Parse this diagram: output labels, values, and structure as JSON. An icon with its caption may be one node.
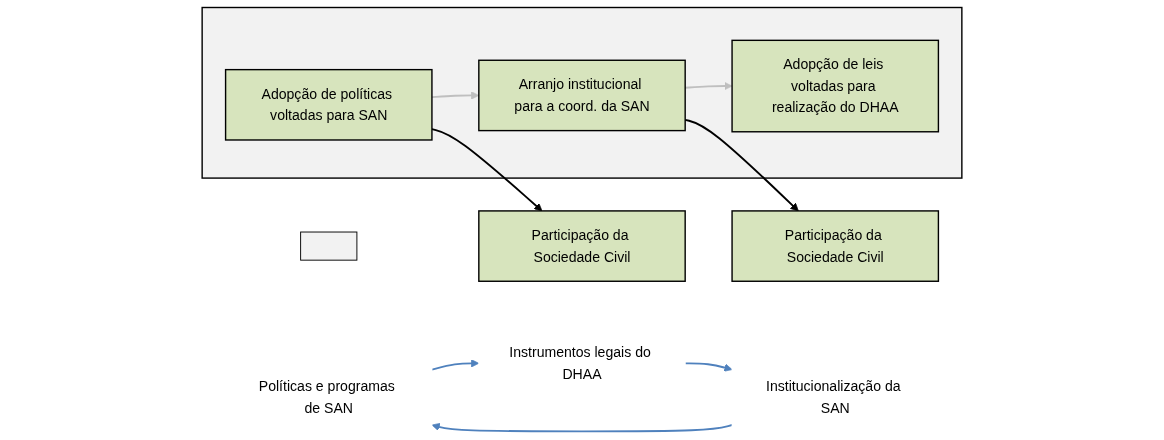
{
  "diagram": {
    "nodes": [
      {
        "text": [
          "Participação da Sociedade Civil"
        ]
      },
      {
        "text": [],
        "shape": "bar"
      },
      {
        "text": [],
        "shape": "arrow"
      },
      {
        "text": [
          "Adopção de políticas voltadas para SAN"
        ],
        "in": 2
      },
      {
        "text": [
          "Arranjo institucional para a coord. da SAN"
        ],
        "in": 2
      },
      {
        "text": [
          "Adopção de leis voltadas para realização do DHAA"
        ],
        "in": 2
      },
      {
        "text": [
          "Participação da Sociedade Civil"
        ]
      },
      {
        "text": [
          "Políticas e programas de SAN"
        ]
      },
      {
        "text": [
          "Instrumentos legais do DHAA"
        ]
      },
      {
        "text": [
          "Institucionalização da SAN"
        ]
      }
    ],
    "edges": [
      {
        "from": 3,
        "to": 4,
        "arrow": "to",
        "color": "#bfbfbf"
      },
      {
        "from": 3,
        "to": 0,
        "arrow": "to",
        "color": "#000000"
      },
      {
        "from": 4,
        "to": 5,
        "arrow": "to",
        "color": "#bfbfbf"
      },
      {
        "from": 4,
        "to": 6,
        "arrow": "to",
        "color": "#000000"
      },
      {
        "from": 7,
        "to": 8,
        "arrow": "to",
        "color": "#4f81bd"
      },
      {
        "from": 8,
        "to": 9,
        "arrow": "to",
        "color": "#4f81bd"
      },
      {
        "from": 9,
        "to": 7,
        "arrow": "to",
        "color": "#4f81bd"
      }
    ]
  }
}
